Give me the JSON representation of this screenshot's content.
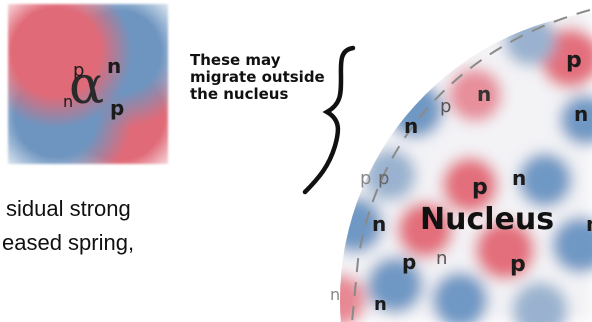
{
  "alpha_particle": {
    "symbol": "α",
    "letters": [
      {
        "text": "p"
      },
      {
        "text": "n"
      },
      {
        "text": "n"
      },
      {
        "text": "p"
      }
    ]
  },
  "body_text": {
    "line1": "sidual strong",
    "line2": "eased spring,"
  },
  "caption": {
    "line1": "These may",
    "line2": "migrate outside",
    "line3": "the nucleus"
  },
  "nucleus": {
    "title": "Nucleus",
    "nucleon_letters": [
      "p",
      "n",
      "p",
      "n",
      "n",
      "p",
      "n",
      "p",
      "n",
      "n",
      "p",
      "n",
      "p",
      "n",
      "p",
      "n"
    ],
    "colors": {
      "proton": "#e36e7c",
      "neutron": "#6f98c4"
    }
  }
}
